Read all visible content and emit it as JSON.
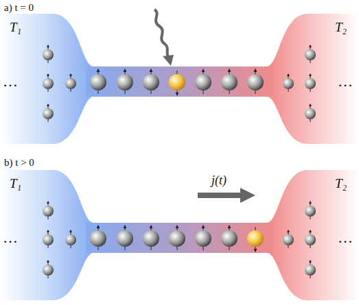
{
  "diagram": {
    "labels": [
      "a) t = 0",
      "T₁",
      "T₂",
      "…",
      "…",
      "b) t > 0",
      "T₁",
      "T₂",
      "…",
      "…",
      "j(t)"
    ]
  }
}
